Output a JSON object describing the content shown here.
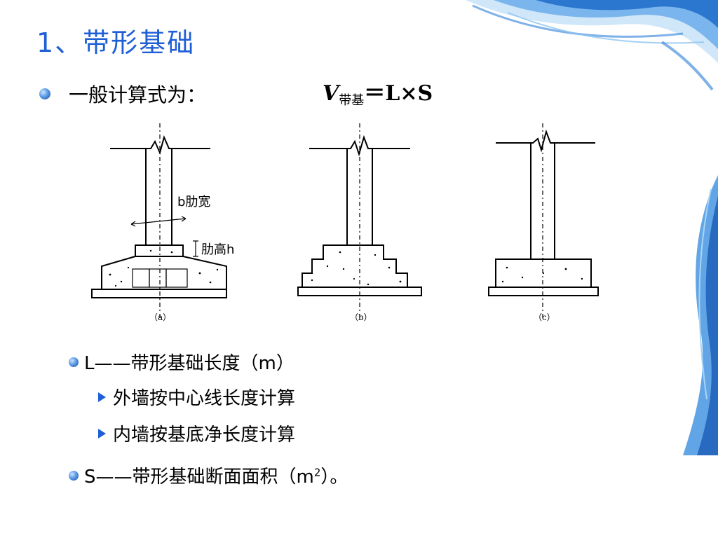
{
  "title": "1、带形基础",
  "intro": {
    "label": "一般计算式为：",
    "formula_var": "V",
    "formula_sub": "带基",
    "formula_rest": "＝L×S"
  },
  "figure": {
    "captions": [
      "（a）",
      "（b）",
      "（c）"
    ],
    "annotation_width": "b肋宽",
    "annotation_height": "肋高h"
  },
  "list": {
    "item_L": "L——带形基础长度（m）",
    "item_L_sub1": "外墙按中心线长度计算",
    "item_L_sub2": "内墙按基底净长度计算",
    "item_S_prefix": "S——带形基础断面面积（m",
    "item_S_sup": "2",
    "item_S_suffix": "）。"
  },
  "colors": {
    "accent": "#1f5fd6",
    "decor": "#2b7fd9"
  }
}
